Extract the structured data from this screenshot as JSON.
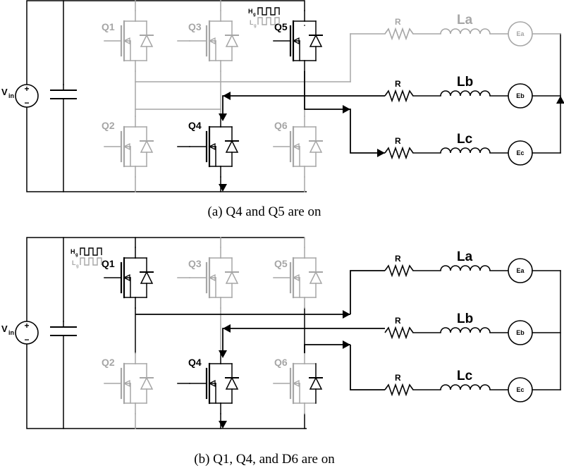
{
  "colors": {
    "active": "#000000",
    "inactive": "#a6a6a6",
    "background": "#ffffff"
  },
  "panel_a": {
    "caption": "(a) Q4 and Q5 are on",
    "vin_main": "V",
    "vin_sub": "in",
    "source_plus": "+",
    "source_minus": "−",
    "switches": {
      "q1": "Q1",
      "q2": "Q2",
      "q3": "Q3",
      "q4": "Q4",
      "q5": "Q5",
      "q6": "Q6"
    },
    "phases": {
      "a": {
        "resistor": "R",
        "inductor": "La",
        "emf": "Ea"
      },
      "b": {
        "resistor": "R",
        "inductor": "Lb",
        "emf": "Eb"
      },
      "c": {
        "resistor": "R",
        "inductor": "Lc",
        "emf": "Ec"
      }
    },
    "pwm_high": "H",
    "pwm_high_sub": "g",
    "pwm_low": "L",
    "pwm_low_sub": "g"
  },
  "panel_b": {
    "caption": "(b) Q1, Q4, and D6 are on",
    "vin_main": "V",
    "vin_sub": "in",
    "source_plus": "+",
    "source_minus": "−",
    "switches": {
      "q1": "Q1",
      "q2": "Q2",
      "q3": "Q3",
      "q4": "Q4",
      "q5": "Q5",
      "q6": "Q6"
    },
    "phases": {
      "a": {
        "resistor": "R",
        "inductor": "La",
        "emf": "Ea"
      },
      "b": {
        "resistor": "R",
        "inductor": "Lb",
        "emf": "Eb"
      },
      "c": {
        "resistor": "R",
        "inductor": "Lc",
        "emf": "Ec"
      }
    },
    "pwm_high": "H",
    "pwm_high_sub": "g",
    "pwm_low": "L",
    "pwm_low_sub": "g"
  }
}
